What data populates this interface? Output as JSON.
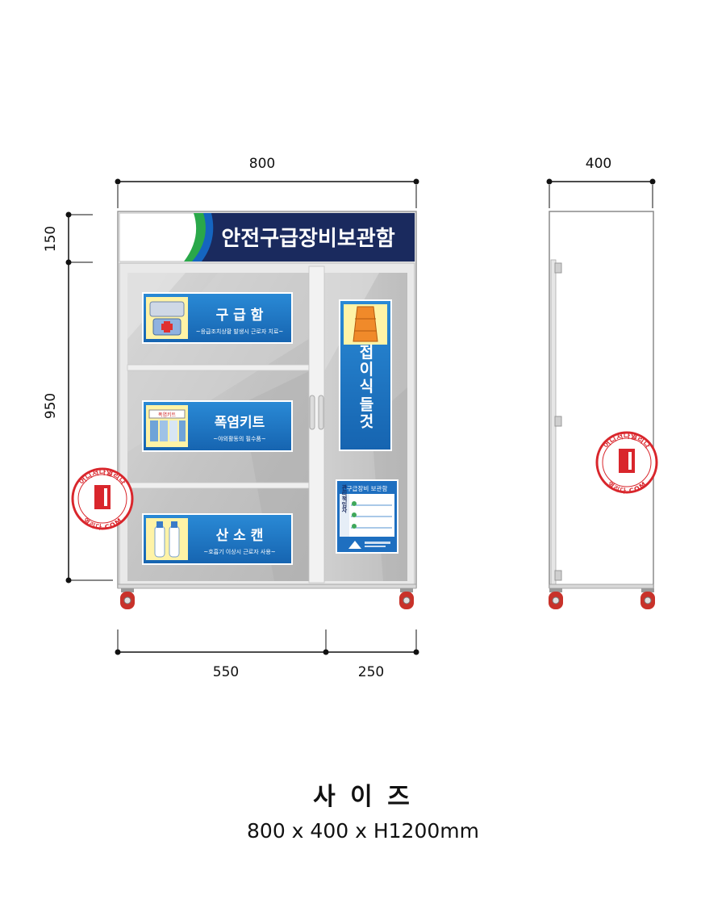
{
  "dimensions": {
    "front_width": "800",
    "side_depth": "400",
    "header_height": "150",
    "body_height": "950",
    "left_section_width": "550",
    "right_section_width": "250"
  },
  "cabinet": {
    "header_title": "안전구급장비보관함",
    "signs": [
      {
        "title": "구 급 함",
        "subtitle": "~응급조치상황 발생시 근로자 치료~"
      },
      {
        "title": "폭염키트",
        "subtitle": "~야외활동의 필수품~"
      },
      {
        "title": "산 소 캔",
        "subtitle": "~호흡기 이상시 근로자 사용~"
      }
    ],
    "stretcher_sign": {
      "line1": "접이식",
      "line2": "들것"
    },
    "info_card": {
      "title": "구급장비 보관함",
      "side_label": "관리책임자"
    },
    "kit_label": "폭염키트"
  },
  "stamp": {
    "top_text": "어디서나열리다",
    "bottom_text": "열리다.COM"
  },
  "colors": {
    "sign_blue": "#1f78c8",
    "navy": "#1a2a5e",
    "stamp_red": "#d9262c",
    "wheel_red": "#c8322a"
  },
  "caption": {
    "title": "사 이 즈",
    "size": "800 x 400 x H1200mm"
  }
}
